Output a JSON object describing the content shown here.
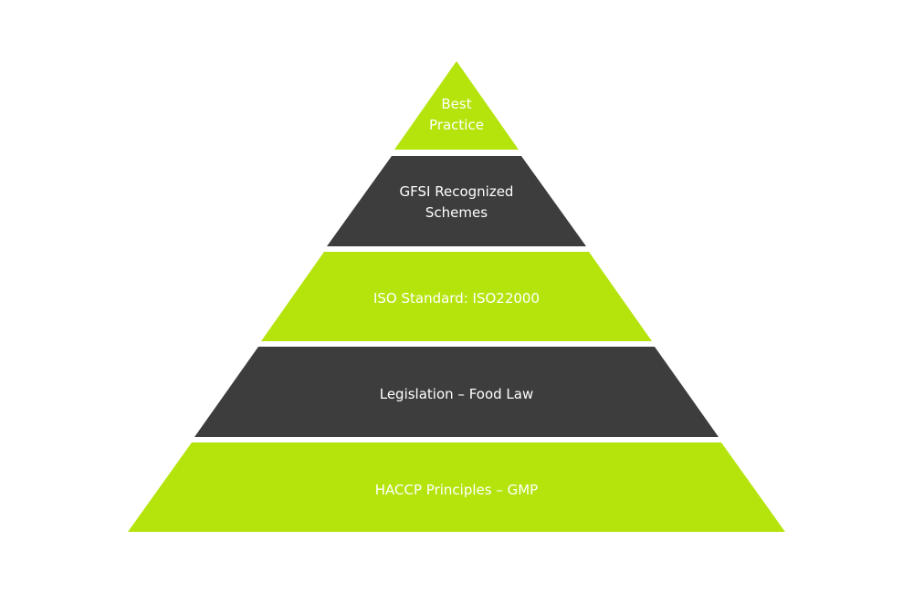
{
  "colors": {
    "green": "#b5e40c",
    "dark": "#3d3d3d",
    "background": "#ffffff",
    "text": "#ffffff"
  },
  "tiers": [
    {
      "label": "Best\nPractice",
      "color": "#b5e40c"
    },
    {
      "label": "GFSI Recognized\nSchemes",
      "color": "#3d3d3d"
    },
    {
      "label": "ISO Standard: ISO22000",
      "color": "#b5e40c"
    },
    {
      "label": "Legislation – Food Law",
      "color": "#3d3d3d"
    },
    {
      "label": "HACCP Principles – GMP",
      "color": "#b5e40c"
    }
  ]
}
